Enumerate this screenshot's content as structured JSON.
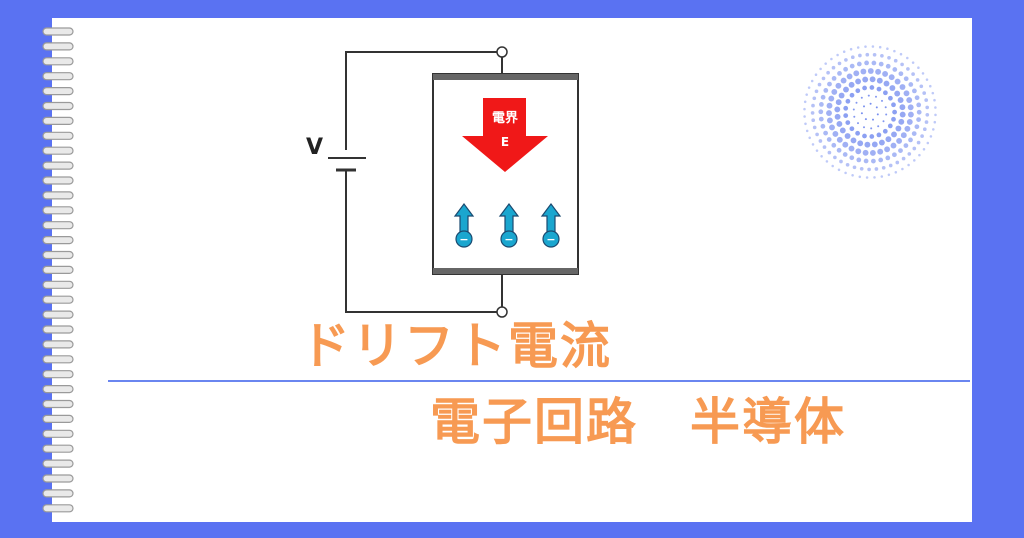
{
  "title": "ドリフト電流",
  "subtitle": "電子回路　半導体",
  "diagram": {
    "voltage_label": "V",
    "field_label_line1": "電界",
    "field_label_line2": "E",
    "electron_symbol": "−"
  },
  "colors": {
    "background": "#5a72f2",
    "title": "#f79a53",
    "field_arrow": "#f01818",
    "electron": "#1aa6cf",
    "divider": "#6a86f0"
  }
}
